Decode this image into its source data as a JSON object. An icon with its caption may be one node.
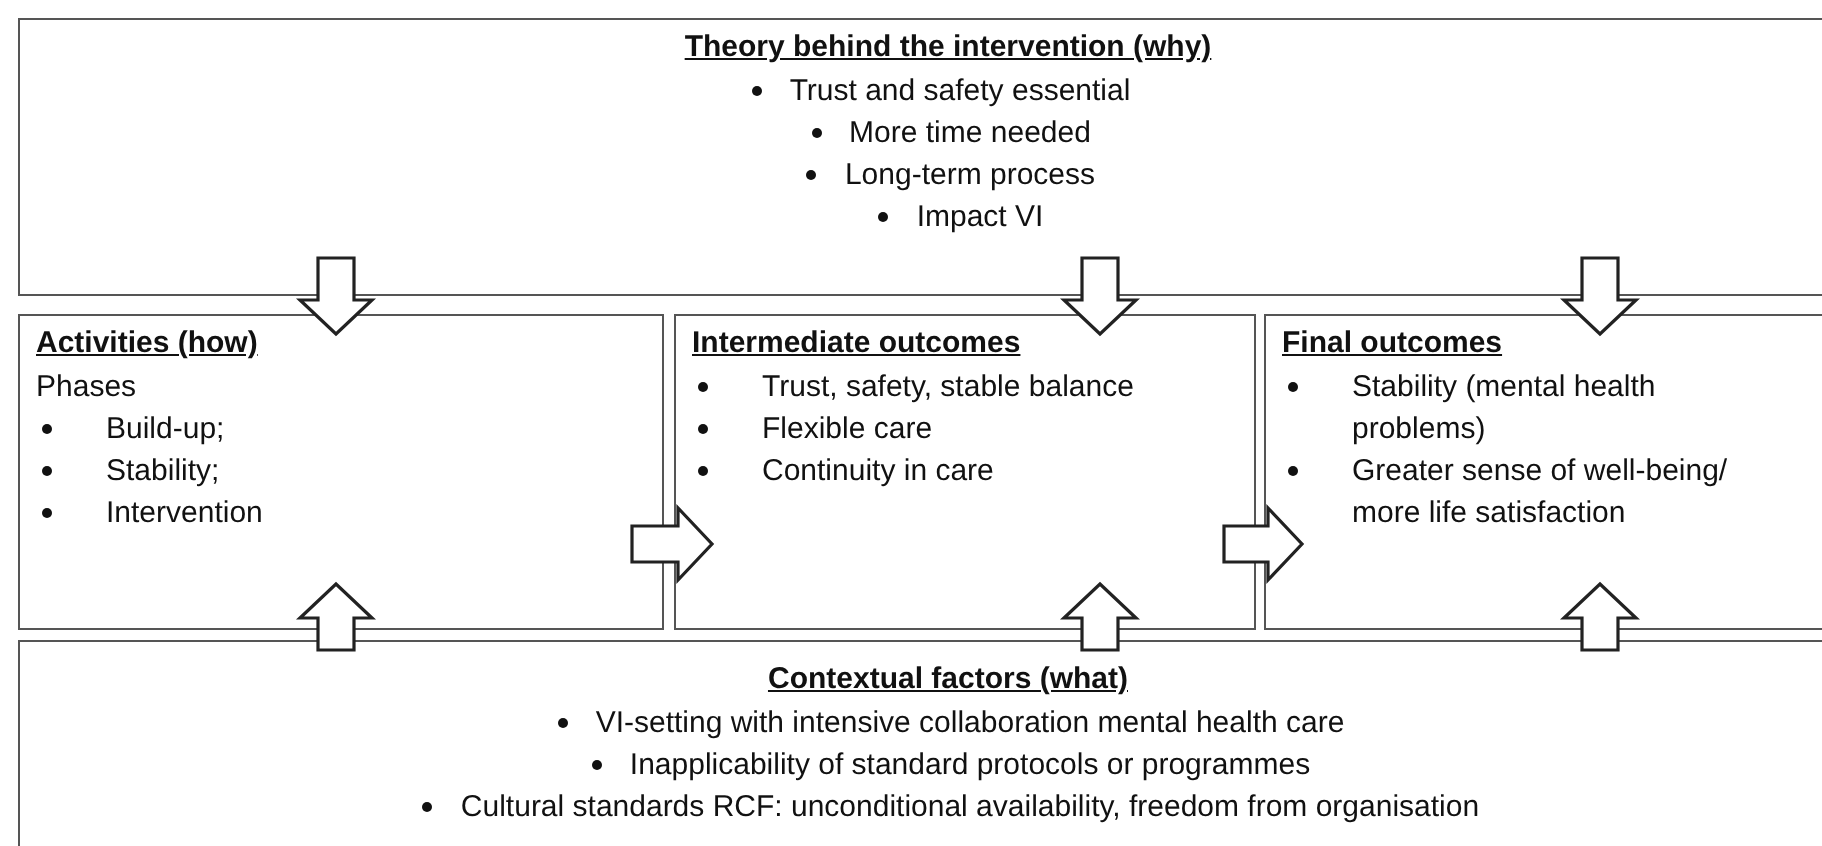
{
  "diagram": {
    "nodes": [
      {
        "text": [
          "Theory behind the intervention (why)",
          "Trust and safety essential",
          "More time needed",
          "Long-term process",
          "Impact VI"
        ]
      },
      {
        "text": [
          "Activities (how)",
          "Phases",
          "Build-up;",
          "Stability;",
          "Intervention"
        ]
      },
      {
        "text": [
          "Intermediate outcomes",
          "Trust, safety, stable balance",
          "Flexible care",
          "Continuity in care"
        ]
      },
      {
        "text": [
          "Final outcomes",
          "Stability (mental health problems)",
          "Greater sense of well-being/ more life satisfaction"
        ]
      },
      {
        "text": [
          "Contextual factors (what)",
          "VI-setting with intensive collaboration mental health care",
          "Inapplicability of standard protocols or programmes",
          "Cultural standards RCF: unconditional availability, freedom from organisation"
        ]
      }
    ],
    "edges": [
      {
        "from": 0,
        "to": 1,
        "arrow": "to"
      },
      {
        "from": 0,
        "to": 2,
        "arrow": "to"
      },
      {
        "from": 0,
        "to": 3,
        "arrow": "to"
      },
      {
        "from": 1,
        "to": 2,
        "arrow": "to"
      },
      {
        "from": 2,
        "to": 3,
        "arrow": "to"
      },
      {
        "from": 4,
        "to": 1,
        "arrow": "to"
      },
      {
        "from": 4,
        "to": 2,
        "arrow": "to"
      },
      {
        "from": 4,
        "to": 3,
        "arrow": "to"
      }
    ]
  }
}
